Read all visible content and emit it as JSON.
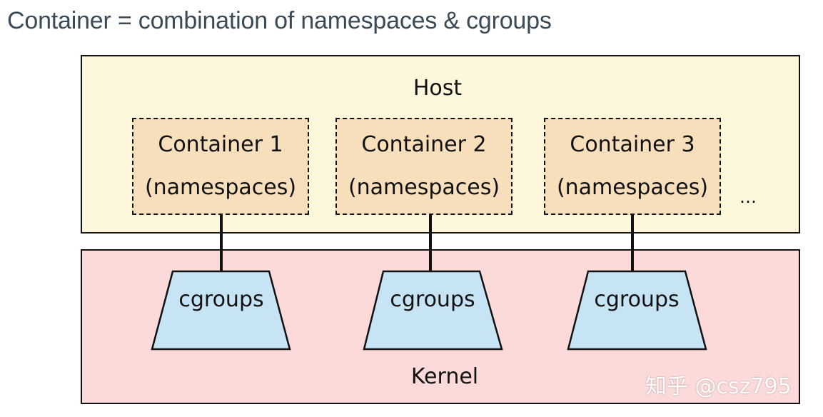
{
  "title": "Container = combination of namespaces & cgroups",
  "host": {
    "label": "Host"
  },
  "containers": [
    {
      "name": "Container 1",
      "sub": "(namespaces)"
    },
    {
      "name": "Container 2",
      "sub": "(namespaces)"
    },
    {
      "name": "Container 3",
      "sub": "(namespaces)"
    }
  ],
  "ellipsis": "…",
  "kernel": {
    "label": "Kernel"
  },
  "cgroups": [
    {
      "label": "cgroups"
    },
    {
      "label": "cgroups"
    },
    {
      "label": "cgroups"
    }
  ],
  "watermark": "知乎 @csz795",
  "colors": {
    "host_fill": "#fdf8dc",
    "kernel_fill": "#fbdad9",
    "container_fill": "#f8dfbc",
    "cgroup_fill": "#c7e4f5",
    "title_text": "#3b4a57"
  }
}
